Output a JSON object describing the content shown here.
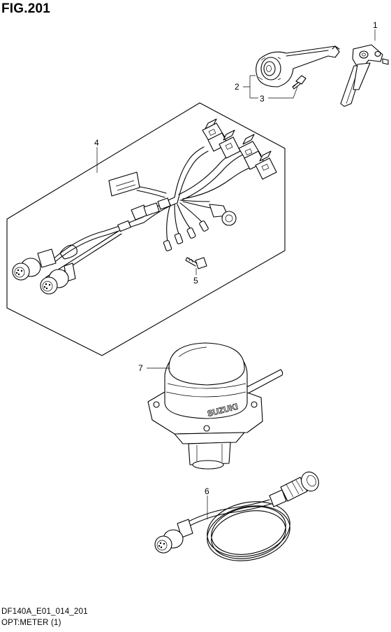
{
  "figure": {
    "title": "FIG.201",
    "code": "DF140A_E01_014_201",
    "name": "OPT:METER (1)"
  },
  "callouts": [
    {
      "id": "1",
      "label": "1"
    },
    {
      "id": "2",
      "label": "2"
    },
    {
      "id": "3",
      "label": "3"
    },
    {
      "id": "4",
      "label": "4"
    },
    {
      "id": "5",
      "label": "5"
    },
    {
      "id": "6",
      "label": "6"
    },
    {
      "id": "7",
      "label": "7"
    }
  ],
  "markings": {
    "brand_on_part": "SUZUKI"
  }
}
